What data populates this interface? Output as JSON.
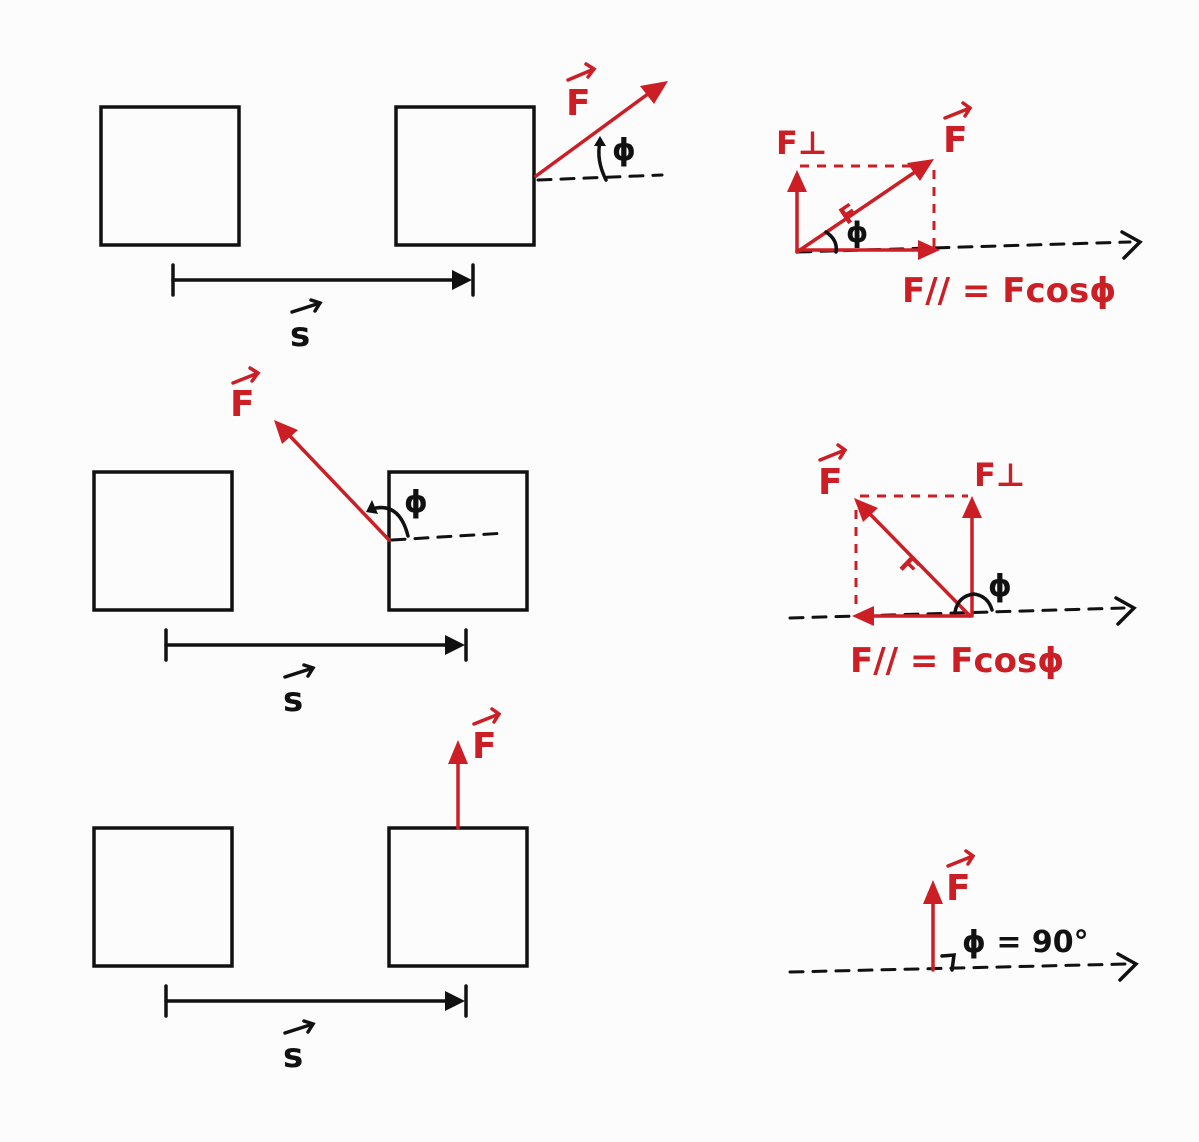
{
  "labels": {
    "force": "F",
    "displacement": "s",
    "phi": "ϕ",
    "f_perp": "F⊥",
    "f_parallel_eq": "F// = Fcosϕ",
    "phi_90": "ϕ = 90°",
    "f_half": "F"
  },
  "colors": {
    "ink": "#111111",
    "force_red": "#cc1f25",
    "paper": "#fcfcfc"
  }
}
